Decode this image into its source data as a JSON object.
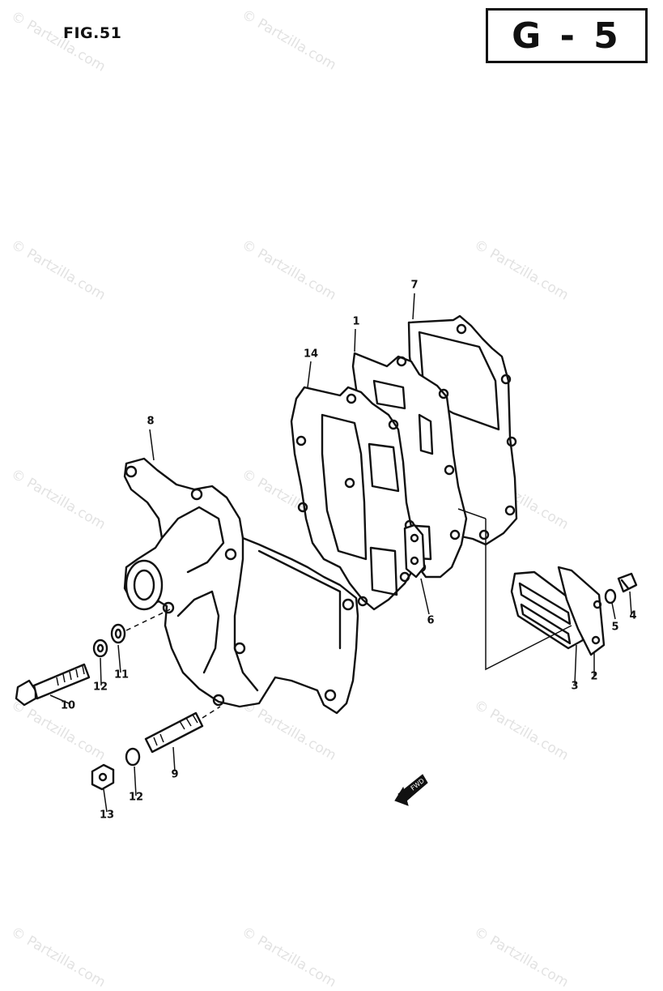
{
  "figure_label": "FIG.51",
  "section_code": "G - 5",
  "watermark": "© Partzilla.com",
  "callouts": [
    {
      "id": "1",
      "text": "1"
    },
    {
      "id": "2",
      "text": "2"
    },
    {
      "id": "3",
      "text": "3"
    },
    {
      "id": "4",
      "text": "4"
    },
    {
      "id": "5",
      "text": "5"
    },
    {
      "id": "6",
      "text": "6"
    },
    {
      "id": "7",
      "text": "7"
    },
    {
      "id": "8",
      "text": "8"
    },
    {
      "id": "9",
      "text": "9"
    },
    {
      "id": "10",
      "text": "10"
    },
    {
      "id": "11",
      "text": "11"
    },
    {
      "id": "12a",
      "text": "12"
    },
    {
      "id": "12b",
      "text": "12"
    },
    {
      "id": "13",
      "text": "13"
    },
    {
      "id": "14",
      "text": "14"
    }
  ],
  "direction_marker": "FWD"
}
